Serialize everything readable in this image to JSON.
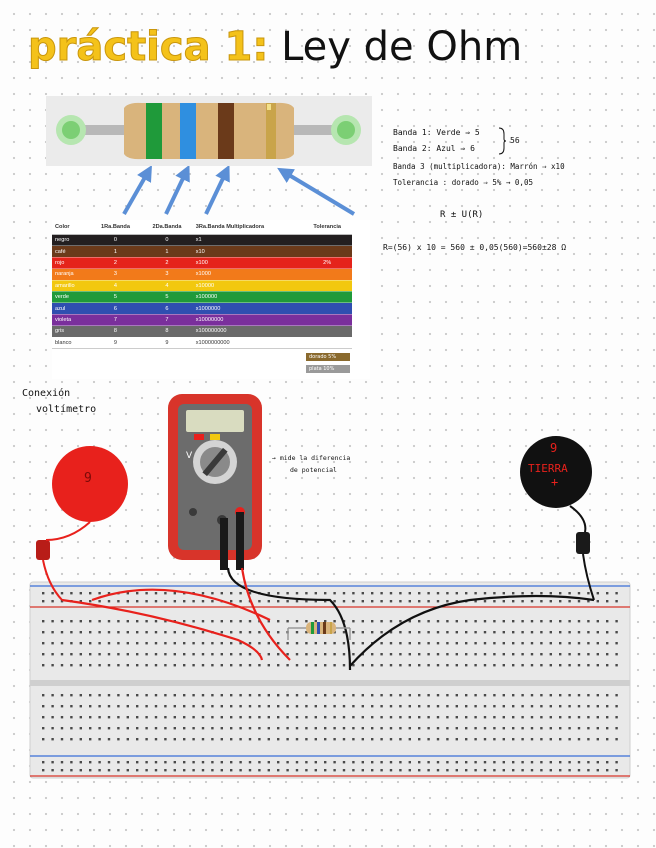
{
  "title": {
    "part1": "práctica 1",
    "separator": ":",
    "part2": "Ley de Ohm"
  },
  "notes": {
    "band1": "Banda 1: Verde ⇒ 5",
    "band2": "Banda 2: Azul ⇒ 6",
    "bracket_value": "56",
    "band3": "Banda 3 (multiplicadora): Marrón ⇒ x10",
    "tolerance": "Tolerancia : dorado ⇒ 5% → 0,05",
    "formula": "R ± U(R)",
    "calculation": "R=(56) x 10 = 560 ± 0,05(560)=560±28 Ω"
  },
  "color_table": {
    "headers": [
      "Color",
      "1Ra.Banda",
      "2Da.Banda",
      "3Ra.Banda Multiplicadora",
      "Tolerancia"
    ],
    "rows": [
      {
        "color": "negro",
        "b1": "0",
        "b2": "0",
        "mult": "x1",
        "tol": "",
        "hex": "#231f20"
      },
      {
        "color": "café",
        "b1": "1",
        "b2": "1",
        "mult": "x10",
        "tol": "",
        "hex": "#6b3a1a"
      },
      {
        "color": "rojo",
        "b1": "2",
        "b2": "2",
        "mult": "x100",
        "tol": "2%",
        "hex": "#e5231b"
      },
      {
        "color": "naranja",
        "b1": "3",
        "b2": "3",
        "mult": "x1000",
        "tol": "",
        "hex": "#f27a1a"
      },
      {
        "color": "amarillo",
        "b1": "4",
        "b2": "4",
        "mult": "x10000",
        "tol": "",
        "hex": "#f2c80f"
      },
      {
        "color": "verde",
        "b1": "5",
        "b2": "5",
        "mult": "x100000",
        "tol": "",
        "hex": "#1f9a3a"
      },
      {
        "color": "azul",
        "b1": "6",
        "b2": "6",
        "mult": "x1000000",
        "tol": "",
        "hex": "#2f4fb0"
      },
      {
        "color": "violeta",
        "b1": "7",
        "b2": "7",
        "mult": "x10000000",
        "tol": "",
        "hex": "#7a2f9c"
      },
      {
        "color": "gris",
        "b1": "8",
        "b2": "8",
        "mult": "x100000000",
        "tol": "",
        "hex": "#6a6a6a"
      },
      {
        "color": "blanco",
        "b1": "9",
        "b2": "9",
        "mult": "x1000000000",
        "tol": "",
        "hex": "#ffffff"
      }
    ],
    "gold_label": "dorado 5%",
    "silver_label": "plata 10%"
  },
  "circuit": {
    "connection_label_1": "Conexión",
    "connection_label_2": "voltímetro",
    "red_probe_label": "9",
    "ground_number": "9",
    "ground_label": "TIERRA",
    "ground_sign": "+",
    "multimeter_check": "V",
    "arrow_note_1": "→ mide la diferencia",
    "arrow_note_2": "de potencial"
  },
  "colors": {
    "title_yellow": "#f4c21a",
    "multimeter_red": "#d8342a",
    "probe_red": "#e8211c",
    "rail_blue": "#3a6fd8",
    "rail_red": "#d8342a"
  }
}
